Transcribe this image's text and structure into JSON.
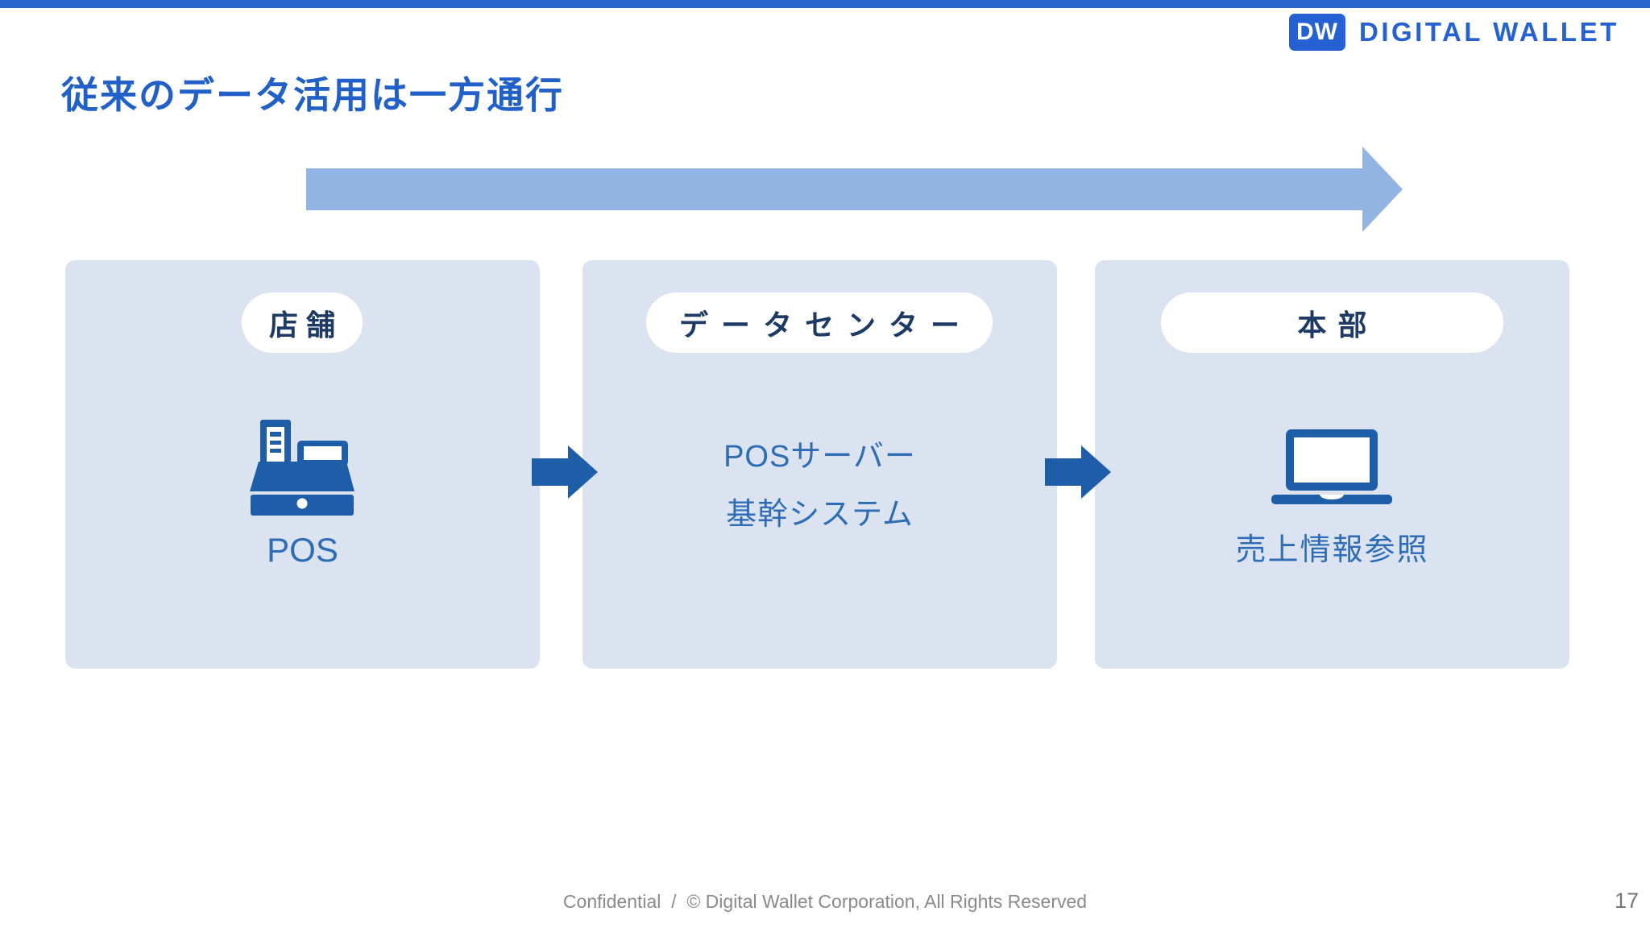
{
  "topbar": {
    "color": "#2666cc"
  },
  "logo": {
    "badge_text": "DW",
    "brand_name": "DIGITAL WALLET",
    "brand_color": "#2561d2"
  },
  "title": "従来のデータ活用は一方通行",
  "flow": {
    "direction": "left-to-right",
    "big_arrow_color": "#92b4e3",
    "mini_arrow_color": "#1e5ea9",
    "box_fill": "#dbe3f0",
    "boxes": [
      {
        "label": "店舗",
        "icon": "pos-register-icon",
        "caption": "POS"
      },
      {
        "label": "データセンター",
        "line1": "POSサーバー",
        "line2": "基幹システム"
      },
      {
        "label": "本部",
        "icon": "laptop-icon",
        "caption": "売上情報参照"
      }
    ]
  },
  "footer": {
    "text": "Confidential  /  © Digital Wallet Corporation, All Rights Reserved"
  },
  "page_number": "17",
  "colors": {
    "title_blue": "#2060c8",
    "pill_text": "#1c3a63",
    "body_blue": "#2e6db6",
    "footer_gray": "#8a8a8a"
  }
}
